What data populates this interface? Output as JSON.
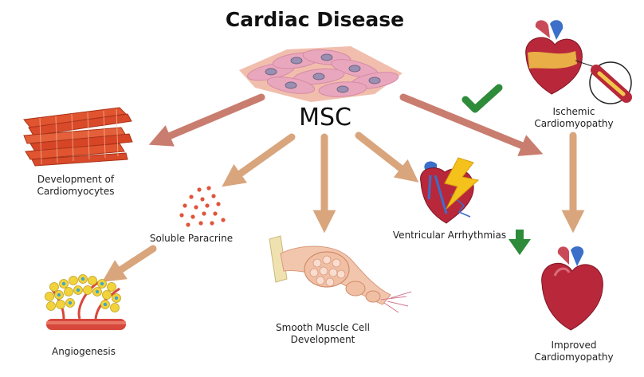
{
  "title": "Cardiac Disease",
  "center": "MSC",
  "labels": {
    "cardiomyocytes": [
      "Development of",
      "Cardiomyocytes"
    ],
    "paracrine": "Soluble Paracrine",
    "angiogenesis": "Angiogenesis",
    "smooth_muscle": [
      "Smooth Muscle Cell",
      "Development"
    ],
    "arrhythmias": "Ventricular Arrhythmias",
    "ischemic": [
      "Ischemic",
      "Cardiomyopathy"
    ],
    "improved": [
      "Improved",
      "Cardiomyopathy"
    ]
  },
  "colors": {
    "arrow_dark": "#c97d6f",
    "arrow_light": "#d9a57c",
    "check": "#2e8b3a",
    "heart": "#b8283a",
    "heart_dark": "#7d1524",
    "muscle": "#d9532f",
    "vessel_blue": "#3b6fc9",
    "bolt": "#f4c21a"
  }
}
